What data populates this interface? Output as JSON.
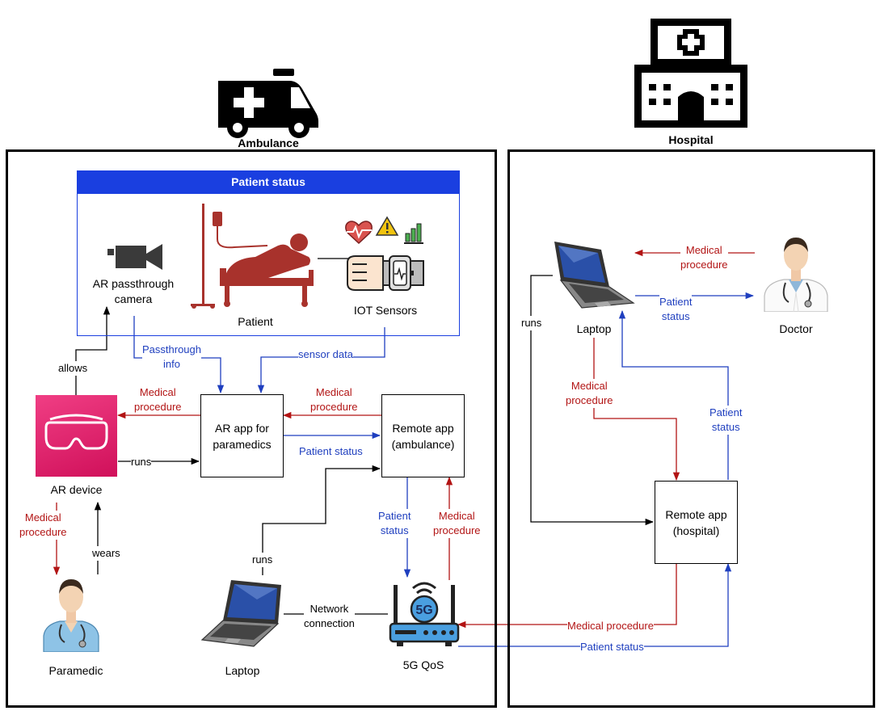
{
  "ambulance": {
    "title": "Ambulance"
  },
  "hospital": {
    "title": "Hospital"
  },
  "patient_status": {
    "title": "Patient status",
    "camera_label": "AR passthrough\ncamera",
    "patient_label": "Patient",
    "iot_label": "IOT Sensors"
  },
  "nodes": {
    "ar_app": "AR app for\nparamedics",
    "remote_amb": "Remote app\n(ambulance)",
    "remote_hosp": "Remote app\n(hospital)",
    "ar_device": "AR device",
    "paramedic": "Paramedic",
    "laptop_amb": "Laptop",
    "router": "5G QoS",
    "laptop_hosp": "Laptop",
    "doctor": "Doctor"
  },
  "edges": {
    "allows": "allows",
    "passthrough": "Passthrough\ninfo",
    "sensor_data": "sensor data",
    "arapp_to_device": "Medical\nprocedure",
    "remote_to_arapp": "Medical\nprocedure",
    "arapp_to_remote": "Patient status",
    "device_runs": "runs",
    "device_to_paramedic": "Medical\nprocedure",
    "wears": "wears",
    "laptop_runs": "runs",
    "network": "Network\nconnection",
    "remote_to_router": "Patient\nstatus",
    "router_to_remote": "Medical\nprocedure",
    "hosp_to_router": "Medical procedure",
    "router_to_hosp": "Patient status",
    "laptop_to_doctor": "Patient\nstatus",
    "doctor_to_laptop": "Medical\nprocedure",
    "hosp_laptop_runs": "runs",
    "laptop_to_hosp": "Medical\nprocedure",
    "hosp_to_laptop": "Patient\nstatus"
  },
  "colors": {
    "red": "#b21414",
    "blue": "#1f3fbf",
    "header": "#1a3fe0",
    "ar_device": "#e0246a",
    "patient": "#a8322c"
  },
  "icons": {
    "ambulance": "ambulance-icon",
    "hospital": "hospital-icon",
    "camera": "video-camera-icon",
    "patient": "patient-bed-icon",
    "iot": "smartwatch-sensor-icon",
    "ar_device": "vr-headset-icon",
    "paramedic": "paramedic-icon",
    "laptop": "laptop-icon",
    "router": "5g-router-icon",
    "doctor": "doctor-icon"
  }
}
